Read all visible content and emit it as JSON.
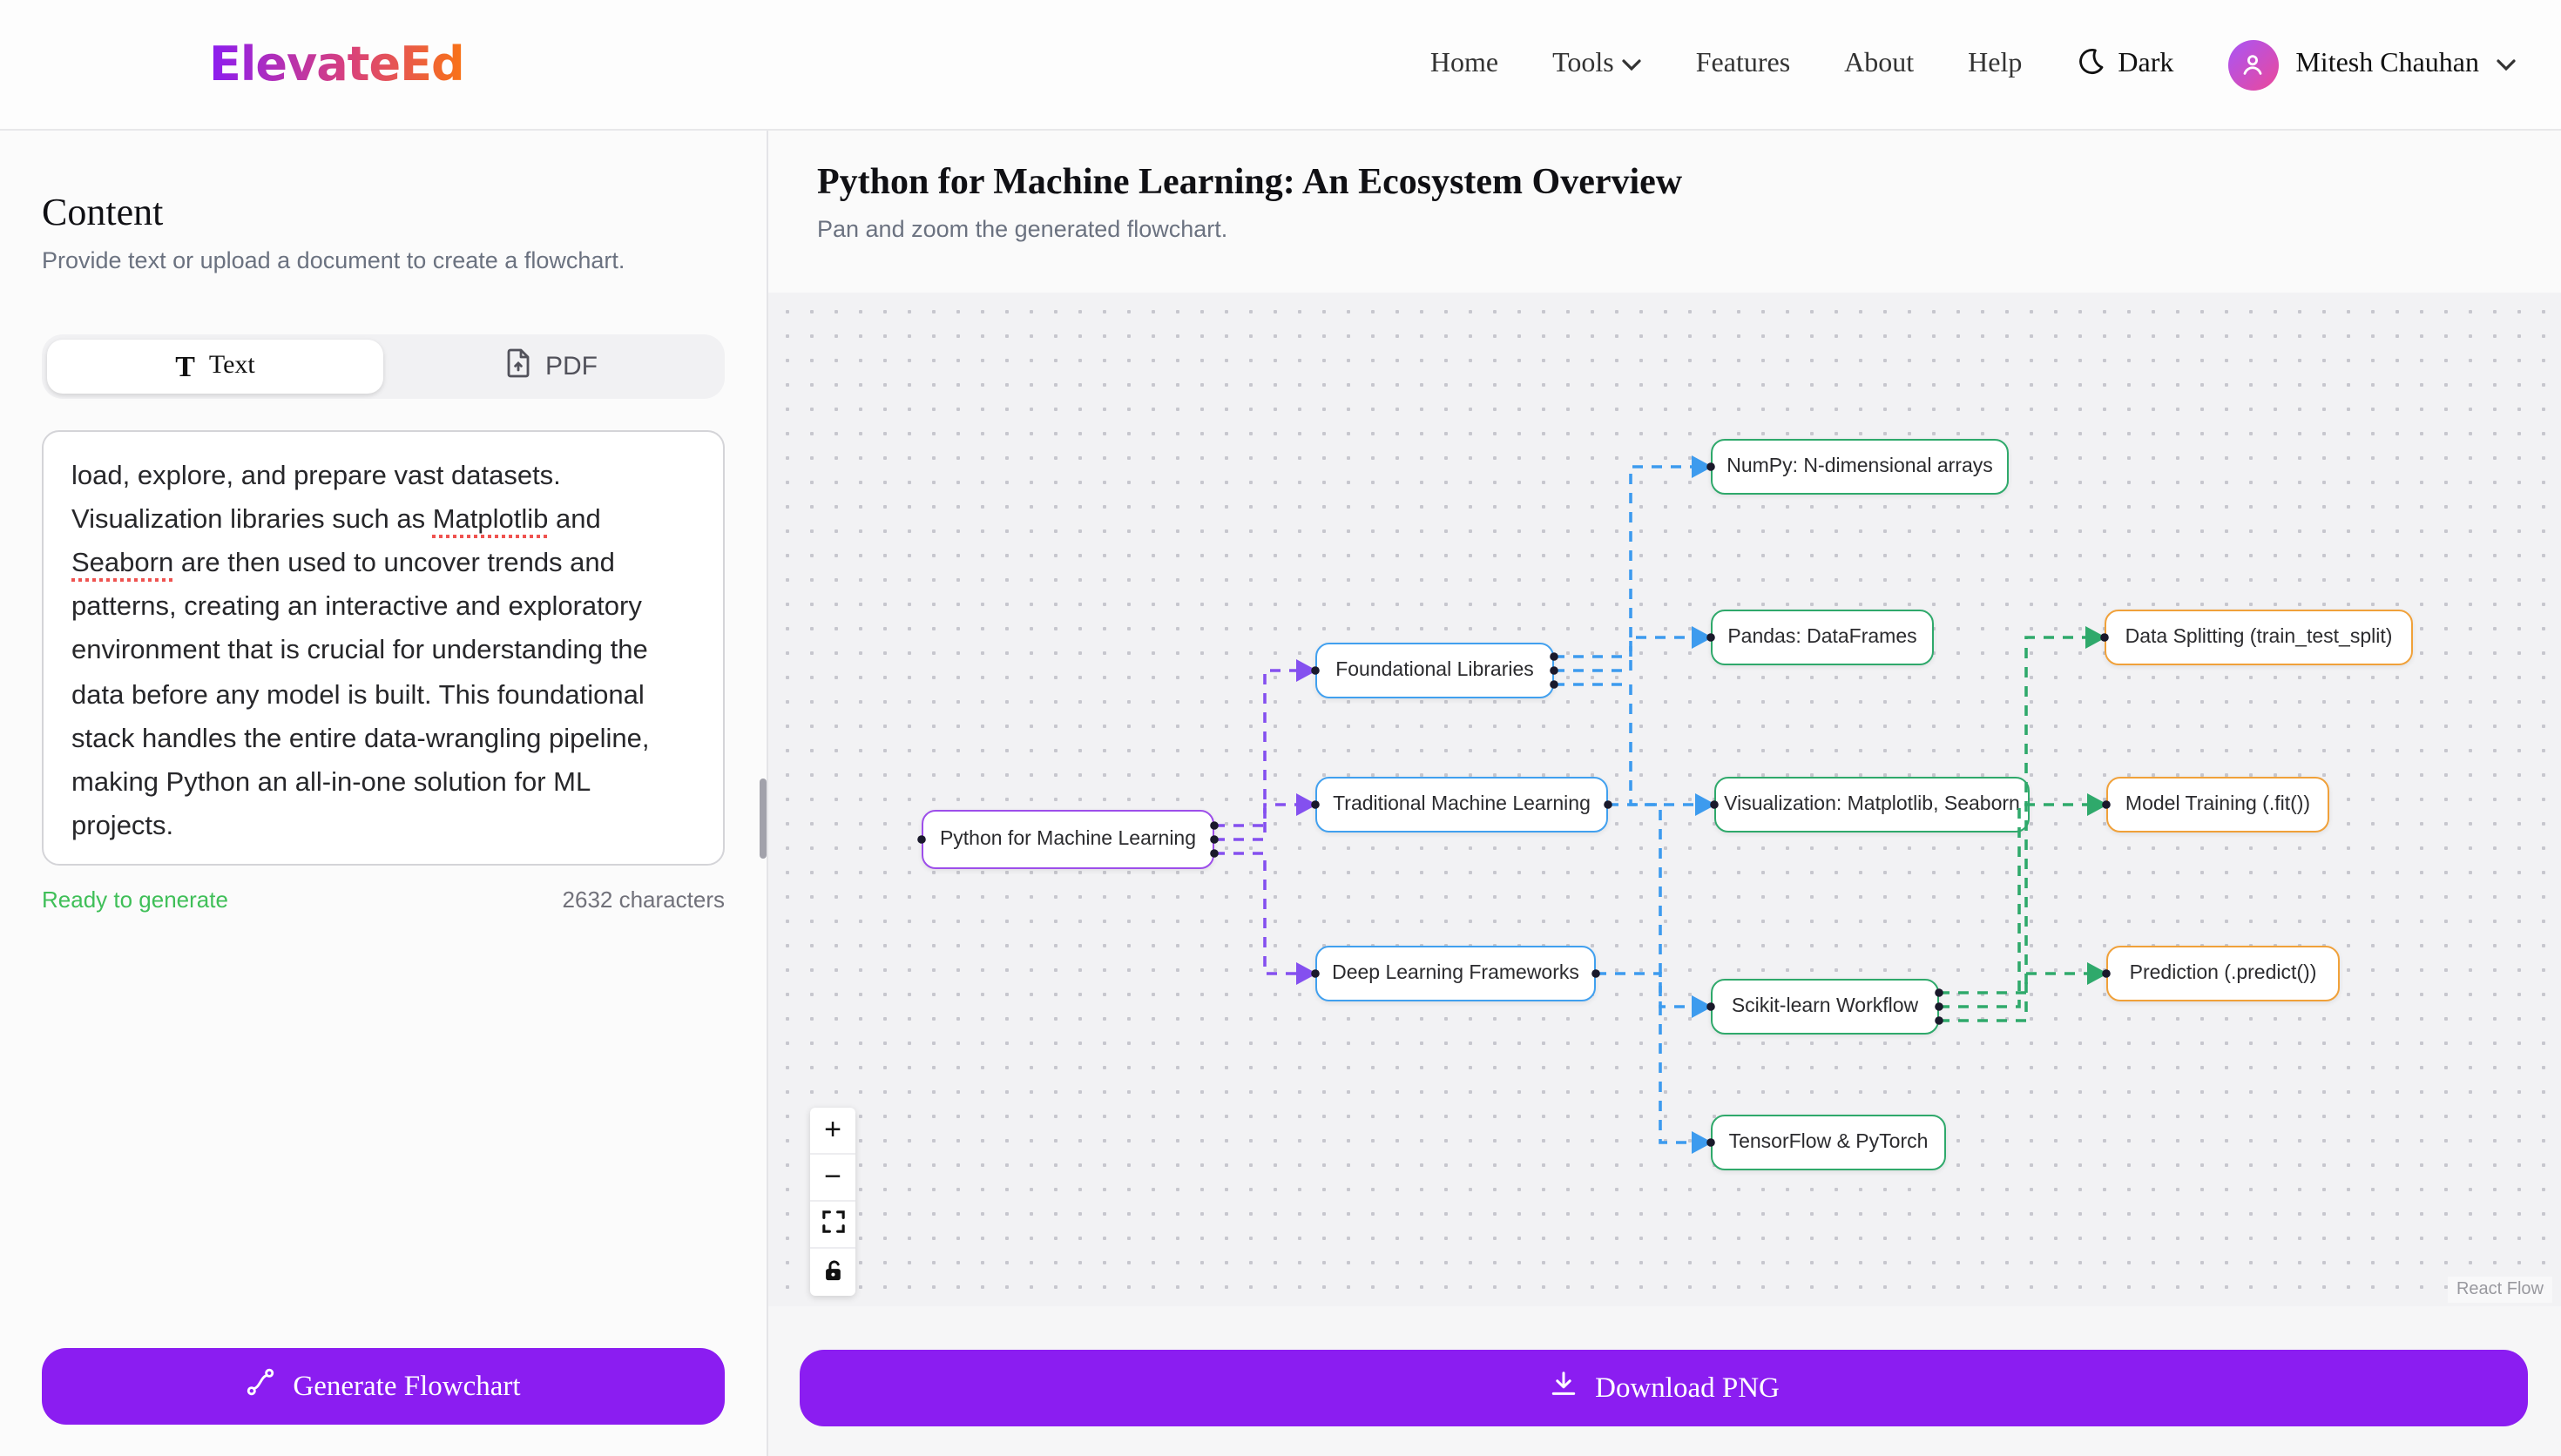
{
  "header": {
    "logo": "ElevateEd",
    "nav": [
      {
        "label": "Home"
      },
      {
        "label": "Tools",
        "has_dropdown": true
      },
      {
        "label": "Features"
      },
      {
        "label": "About"
      },
      {
        "label": "Help"
      }
    ],
    "theme_label": "Dark",
    "user_name": "Mitesh Chauhan",
    "icons": [
      "moon-icon",
      "user-avatar-icon",
      "chevron-down-icon"
    ]
  },
  "left_panel": {
    "title": "Content",
    "subtitle": "Provide text or upload a document to create a flowchart.",
    "tabs": {
      "text_label": "Text",
      "pdf_label": "PDF"
    },
    "textarea": {
      "seg1": "load, explore, and prepare vast datasets. Visualization libraries such as ",
      "misspelled1": "Matplotlib",
      "seg2": " and ",
      "misspelled2": "Seaborn",
      "seg3": " are then used to uncover trends and patterns, creating an interactive and exploratory environment that is crucial for understanding the data before any model is built. This foundational stack handles the entire data-wrangling pipeline, making Python an all-in-one solution for ML projects."
    },
    "status": "Ready to generate",
    "char_count": "2632 characters",
    "generate_label": "Generate Flowchart"
  },
  "flowchart": {
    "title": "Python for Machine Learning: An Ecosystem Overview",
    "subtitle": "Pan and zoom the generated flowchart.",
    "attribution": "React Flow",
    "download_label": "Download PNG",
    "nodes": {
      "root": "Python for Machine Learning",
      "foundational": "Foundational Libraries",
      "traditional": "Traditional Machine Learning",
      "deep": "Deep Learning Frameworks",
      "numpy": "NumPy: N-dimensional arrays",
      "pandas": "Pandas: DataFrames",
      "viz": "Visualization: Matplotlib, Seaborn",
      "scikit": "Scikit-learn Workflow",
      "tensorflow": "TensorFlow & PyTorch",
      "datasplit": "Data Splitting (train_test_split)",
      "modeltrain": "Model Training (.fit())",
      "prediction": "Prediction (.predict())"
    },
    "edges": [
      {
        "from": "root",
        "to": "foundational",
        "color": "purple"
      },
      {
        "from": "root",
        "to": "traditional",
        "color": "purple"
      },
      {
        "from": "root",
        "to": "deep",
        "color": "purple"
      },
      {
        "from": "foundational",
        "to": "numpy",
        "color": "blue"
      },
      {
        "from": "foundational",
        "to": "pandas",
        "color": "blue"
      },
      {
        "from": "foundational",
        "to": "viz",
        "color": "blue"
      },
      {
        "from": "traditional",
        "to": "scikit",
        "color": "blue"
      },
      {
        "from": "deep",
        "to": "tensorflow",
        "color": "blue"
      },
      {
        "from": "scikit",
        "to": "datasplit",
        "color": "green"
      },
      {
        "from": "scikit",
        "to": "modeltrain",
        "color": "green"
      },
      {
        "from": "scikit",
        "to": "prediction",
        "color": "green"
      }
    ],
    "controls": [
      "zoom-in-icon",
      "zoom-out-icon",
      "fit-view-icon",
      "lock-open-icon"
    ],
    "colors": {
      "accent_purple": "#8b1df1",
      "node_purple": "#9d4eea",
      "node_blue": "#41a0ef",
      "node_green": "#2fa96b",
      "node_orange": "#f0a13a",
      "edge_purple": "#8450ef",
      "edge_blue": "#3d9bee",
      "edge_green": "#2fa96b",
      "status_green": "#3fbf58",
      "logo_gradient": [
        "#8b1df1",
        "#d9417c",
        "#f97316"
      ]
    }
  }
}
